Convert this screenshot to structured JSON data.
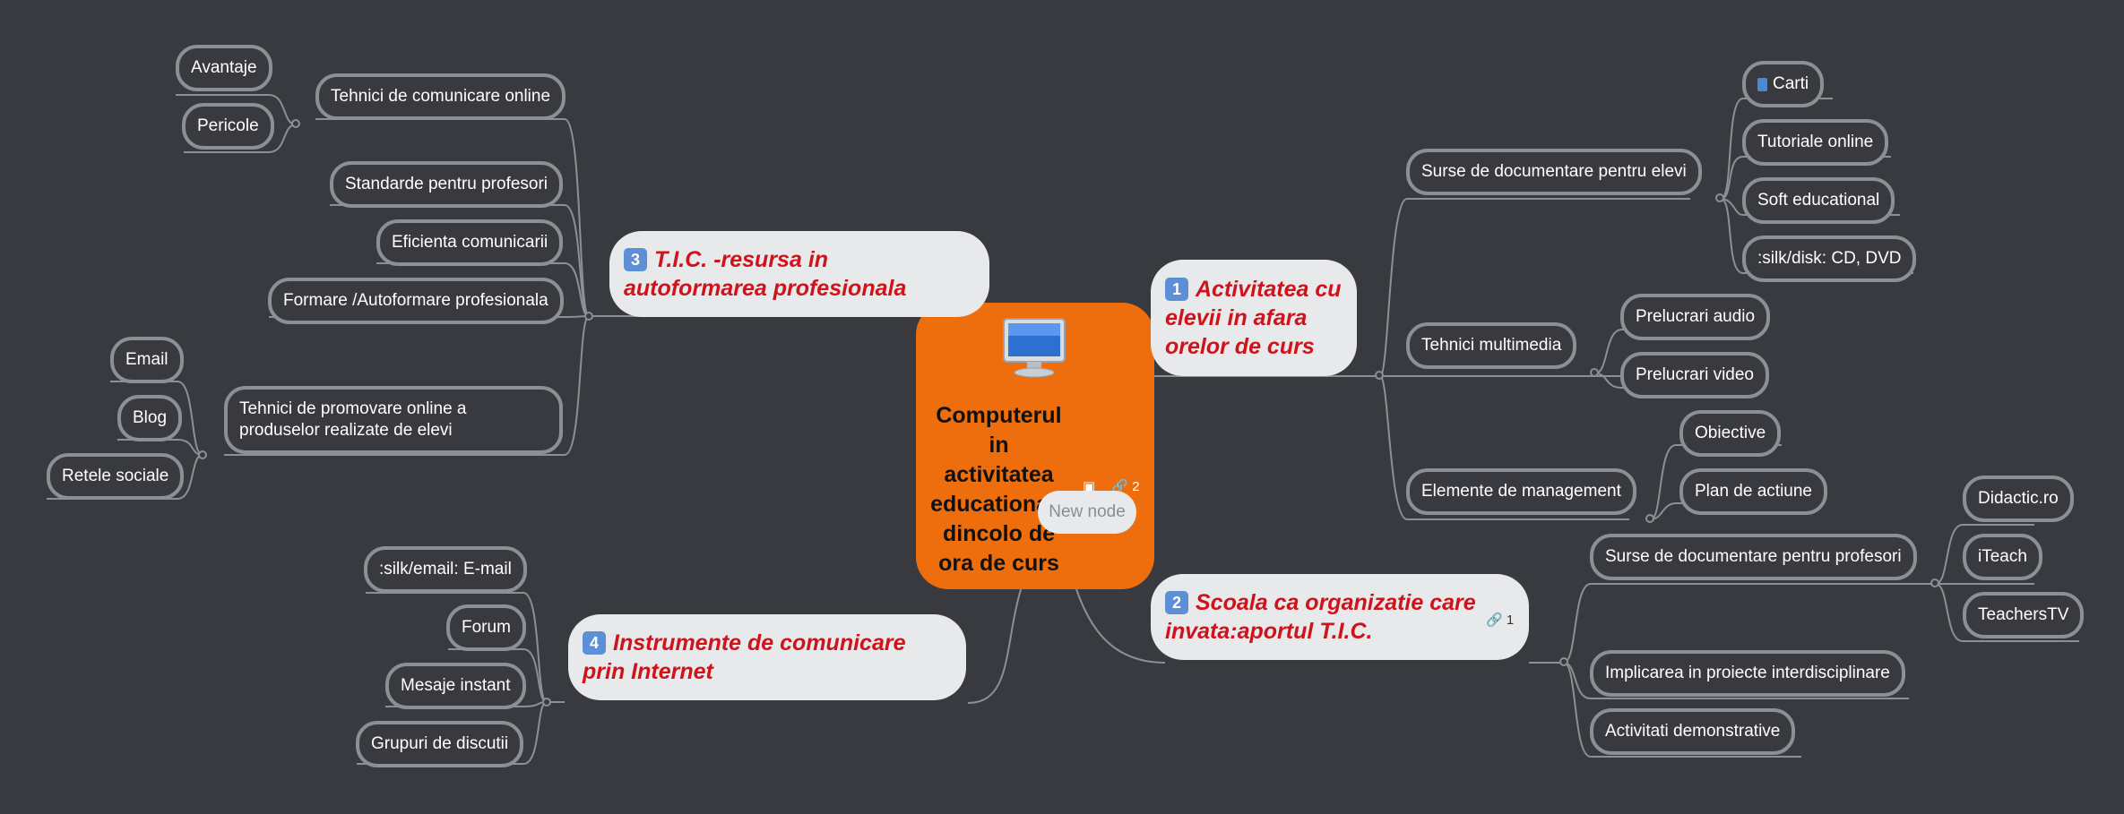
{
  "root": {
    "title": "Computerul\nin\nactivitatea\neducationala\ndincolo de\nora de curs",
    "monitor_icon": "computer-monitor-icon",
    "attachment_count": "2"
  },
  "new_node_label": "New node",
  "branch1": {
    "num": "1",
    "title": "Activitatea cu elevii in afara orelor de curs",
    "children": [
      {
        "label": "Surse de documentare pentru elevi",
        "children": [
          "Carti",
          "Tutoriale online",
          "Soft educational",
          ":silk/disk: CD, DVD"
        ]
      },
      {
        "label": "Tehnici multimedia",
        "children": [
          "Prelucrari audio",
          "Prelucrari video"
        ]
      },
      {
        "label": "Elemente de management",
        "children": [
          "Obiective",
          "Plan de actiune"
        ]
      }
    ]
  },
  "branch2": {
    "num": "2",
    "title": "Scoala ca organizatie care invata:aportul T.I.C.",
    "link_count": "1",
    "children": [
      {
        "label": "Surse de documentare pentru profesori",
        "children": [
          "Didactic.ro",
          "iTeach",
          "TeachersTV"
        ]
      },
      {
        "label": "Implicarea in proiecte interdisciplinare"
      },
      {
        "label": "Activitati demonstrative"
      }
    ]
  },
  "branch3": {
    "num": "3",
    "title": "T.I.C. -resursa in autoformarea profesionala",
    "children": [
      {
        "label": "Tehnici de comunicare online",
        "children": [
          "Avantaje",
          "Pericole"
        ]
      },
      {
        "label": "Standarde pentru profesori"
      },
      {
        "label": "Eficienta comunicarii"
      },
      {
        "label": "Formare /Autoformare profesionala"
      },
      {
        "label": "Tehnici de promovare online a produselor realizate de elevi",
        "children": [
          "Email",
          "Blog",
          "Retele sociale"
        ]
      }
    ]
  },
  "branch4": {
    "num": "4",
    "title": "Instrumente de comunicare prin Internet",
    "children": [
      ":silk/email: E-mail",
      "Forum",
      "Mesaje instant",
      "Grupuri de discutii"
    ]
  },
  "colors": {
    "background": "#383a3f",
    "root": "#ee6d0c",
    "main_text": "#d0121b",
    "main_fill": "#e8e9eb",
    "node_border": "#8c8f94",
    "line": "#8c8f94"
  }
}
